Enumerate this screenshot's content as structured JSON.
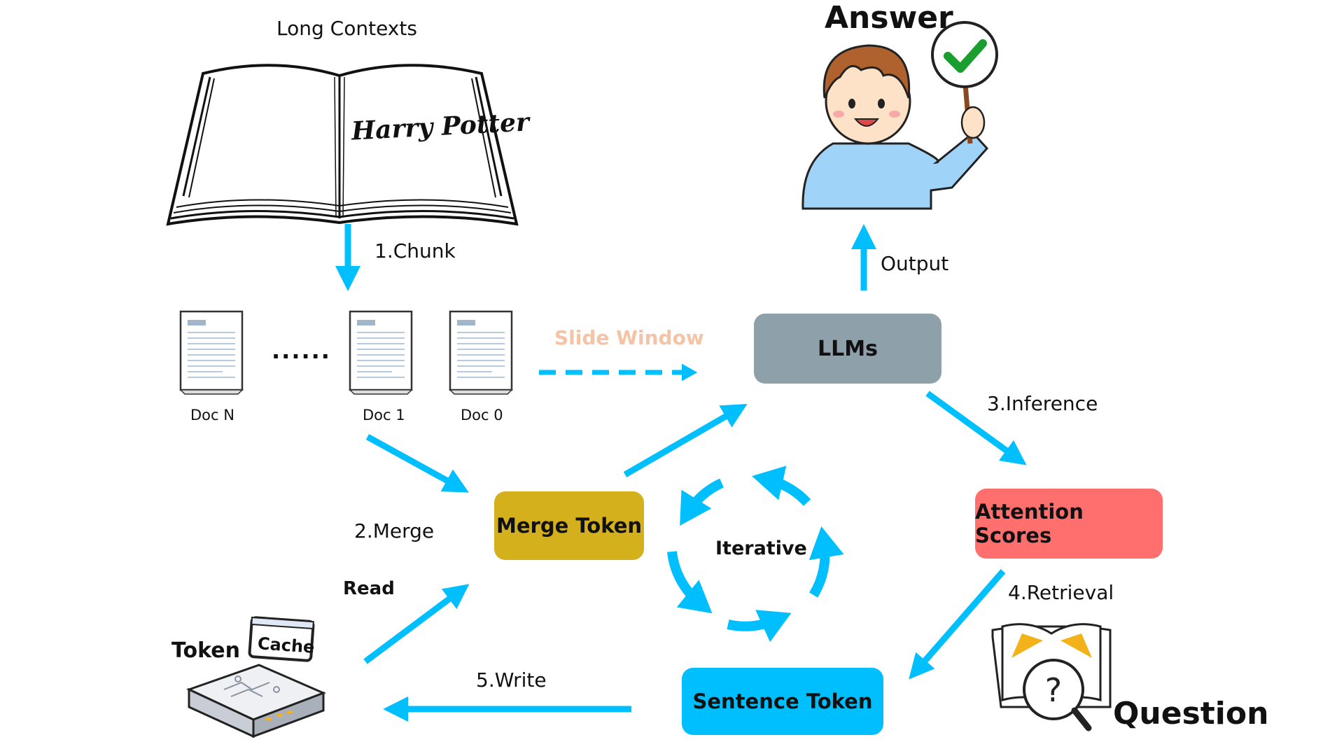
{
  "labels": {
    "long_contexts": "Long Contexts",
    "book_title": "Harry Potter",
    "answer": "Answer",
    "question": "Question",
    "chunk": "1.Chunk",
    "merge": "2.Merge",
    "inference": "3.Inference",
    "retrieval": "4.Retrieval",
    "write": "5.Write",
    "read": "Read",
    "output": "Output",
    "slide_window": "Slide Window",
    "iterative": "Iterative",
    "token": "Token",
    "cache": "Cache",
    "ellipsis": "......"
  },
  "docs": [
    "Doc N",
    "Doc 1",
    "Doc 0"
  ],
  "boxes": {
    "llms": "LLMs",
    "merge_token": "Merge Token",
    "attention_scores": "Attention Scores",
    "sentence_token": "Sentence Token"
  },
  "colors": {
    "arrow": "#00bfff",
    "llms": "#8ea1aa",
    "merge_token": "#d4b01c",
    "attention_scores": "#ff6f6d",
    "sentence_token": "#00bfff",
    "slide_window": "#f5c3a5",
    "shirt": "#9fd3f7",
    "hair": "#b0622e",
    "check": "#1a9e2f",
    "book_icon_yellow": "#f3b21a"
  }
}
